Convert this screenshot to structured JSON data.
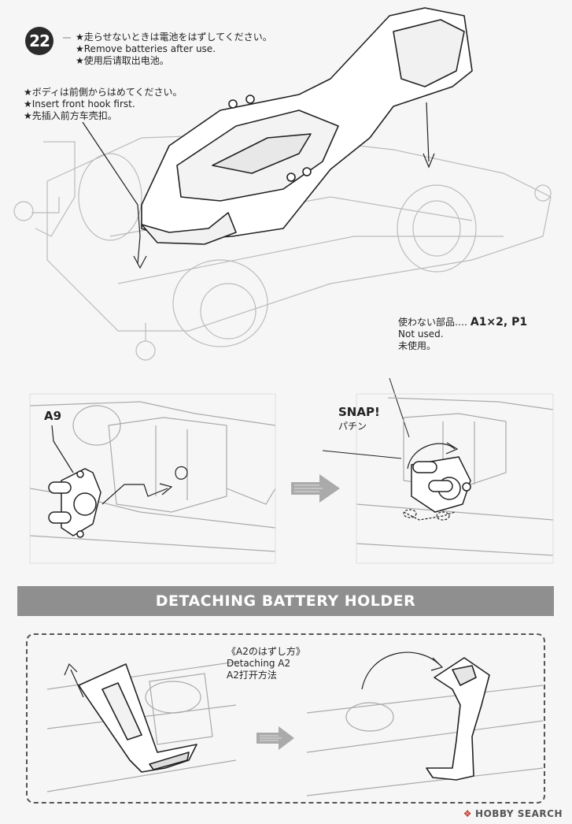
{
  "step": {
    "number": "22"
  },
  "top_note": {
    "lines": [
      "★走らせないときは電池をはずしてください。",
      "★Remove batteries after use.",
      "★使用后请取出电池。"
    ]
  },
  "hook_note": {
    "lines": [
      "★ボディは前側からはめてください。",
      "★Insert front hook first.",
      "★先插入前方车壳扣。"
    ]
  },
  "unused_note": {
    "jp_label": "使わない部品‥‥",
    "parts": "A1×2, P1",
    "en": "Not used.",
    "cn": "未使用。"
  },
  "part_label_a9": "A9",
  "snap": {
    "en": "SNAP!",
    "jp": "パチン"
  },
  "banner": {
    "title": "DETACHING BATTERY HOLDER"
  },
  "detach_note": {
    "lines": [
      "《A2のはずし方》",
      "Detaching A2",
      "A2打开方法"
    ]
  },
  "watermark": {
    "text": "HOBBY SEARCH"
  }
}
